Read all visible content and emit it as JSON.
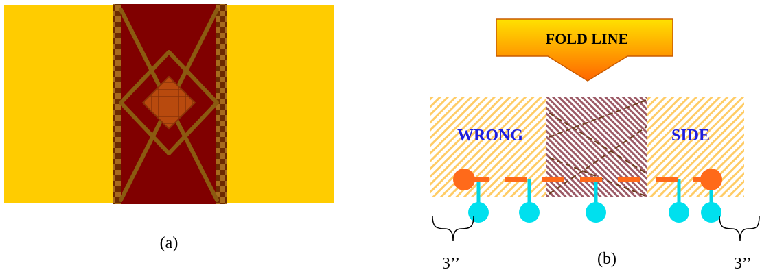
{
  "panel_a": {
    "caption": "(a)",
    "colors": {
      "fabric": "#FFCC00",
      "band": "#800000",
      "checker_dark": "#6B2A00",
      "checker_light": "#A66A1E",
      "stitch": "#8B5A10",
      "center_diamond": "#B84A0E"
    }
  },
  "panel_b": {
    "caption": "(b)",
    "fold_label": "FOLD LINE",
    "left_label": "WRONG",
    "right_label": "SIDE",
    "left_measure": "3’’",
    "right_measure": "3’’",
    "colors": {
      "arrow_top": "#FFE100",
      "arrow_bottom": "#FF6600",
      "hatch_yellow": "#FFCC66",
      "hatch_maroon": "#9C5A66",
      "text_blue": "#1E1EE0",
      "pin_head": "#FF6A1A",
      "pin_stem": "#00D7E6",
      "dashed_line": "#6B3A1A"
    }
  }
}
